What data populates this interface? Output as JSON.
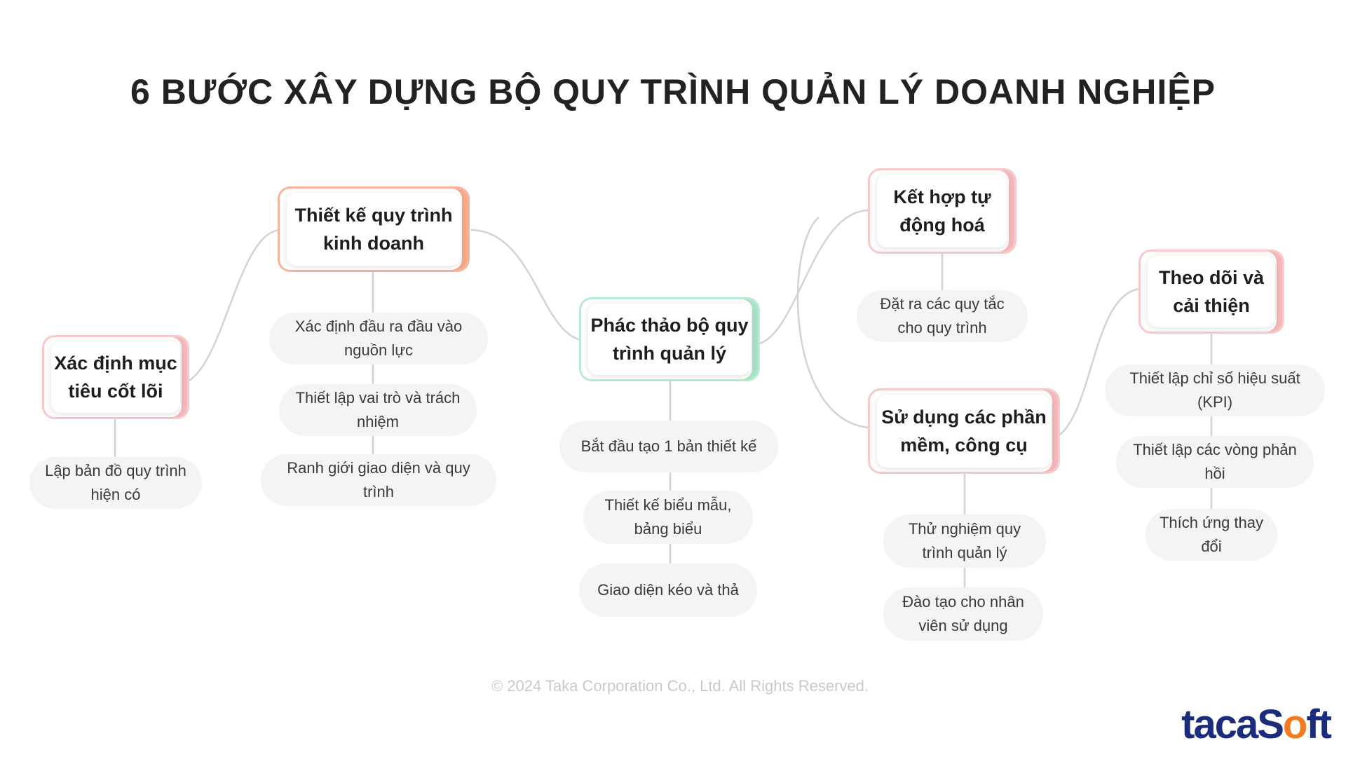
{
  "title": "6 BƯỚC XÂY DỰNG BỘ QUY TRÌNH QUẢN LÝ DOANH NGHIỆP",
  "steps": [
    {
      "label": "Xác định mục tiêu cốt lõi",
      "color": "#f4b7ba",
      "items": [
        "Lập bản đồ quy trình hiện có"
      ]
    },
    {
      "label": "Thiết kế quy trình kinh doanh",
      "color": "#f5a98a",
      "items": [
        "Xác định đầu ra đầu vào nguồn lực",
        "Thiết lập vai trò và trách nhiệm",
        "Ranh giới giao diện và quy trình"
      ]
    },
    {
      "label": "Phác thảo bộ quy trình quản lý",
      "color": "#a7e3c4",
      "items": [
        "Bắt đầu tạo 1 bản thiết kế",
        "Thiết kế biểu mẫu, bảng biểu",
        "Giao diện kéo và thả"
      ]
    },
    {
      "label": "Kết hợp tự động hoá",
      "color": "#f4b7ba",
      "items": [
        "Đặt ra các quy tắc cho quy trình"
      ]
    },
    {
      "label": "Sử dụng các phần mềm, công cụ",
      "color": "#f4b7ba",
      "items": [
        "Thử nghiệm quy trình quản lý",
        "Đào tạo cho nhân viên sử dụng"
      ]
    },
    {
      "label": "Theo dõi và cải thiện",
      "color": "#f4b7ba",
      "items": [
        "Thiết lập chỉ số hiệu suất (KPI)",
        "Thiết lập các vòng phản hồi",
        "Thích ứng thay đổi"
      ]
    }
  ],
  "footer": "© 2024 Taka Corporation Co., Ltd. All Rights Reserved.",
  "logo": {
    "text_before": "tacaS",
    "text_o": "o",
    "text_after": "ft",
    "brand_color": "#1a2c7b",
    "accent_color": "#f07c22"
  }
}
